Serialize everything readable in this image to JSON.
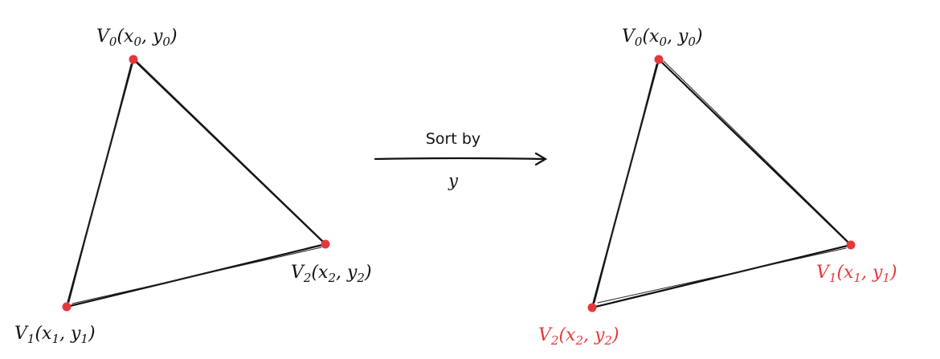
{
  "colors": {
    "line": "#111111",
    "vertex": "#e5383b",
    "highlight": "#e5383b",
    "text": "#111111"
  },
  "left_triangle": {
    "v0": {
      "name": "V",
      "index": "0",
      "coord": "(x",
      "c1sub": "0",
      "sep": ", y",
      "c2sub": "0",
      "close": ")"
    },
    "v1": {
      "name": "V",
      "index": "1",
      "coord": "(x",
      "c1sub": "1",
      "sep": ", y",
      "c2sub": "1",
      "close": ")"
    },
    "v2": {
      "name": "V",
      "index": "2",
      "coord": "(x",
      "c1sub": "2",
      "sep": ", y",
      "c2sub": "2",
      "close": ")"
    }
  },
  "right_triangle": {
    "v0": {
      "name": "V",
      "index": "0",
      "coord": "(x",
      "c1sub": "0",
      "sep": ", y",
      "c2sub": "0",
      "close": ")"
    },
    "v1": {
      "name": "V",
      "index": "1",
      "coord": "(x",
      "c1sub": "1",
      "sep": ", y",
      "c2sub": "1",
      "close": ")"
    },
    "v2": {
      "name": "V",
      "index": "2",
      "coord": "(x",
      "c1sub": "2",
      "sep": ", y",
      "c2sub": "2",
      "close": ")"
    }
  },
  "arrow": {
    "label_top": "Sort by",
    "label_bottom": "y"
  }
}
